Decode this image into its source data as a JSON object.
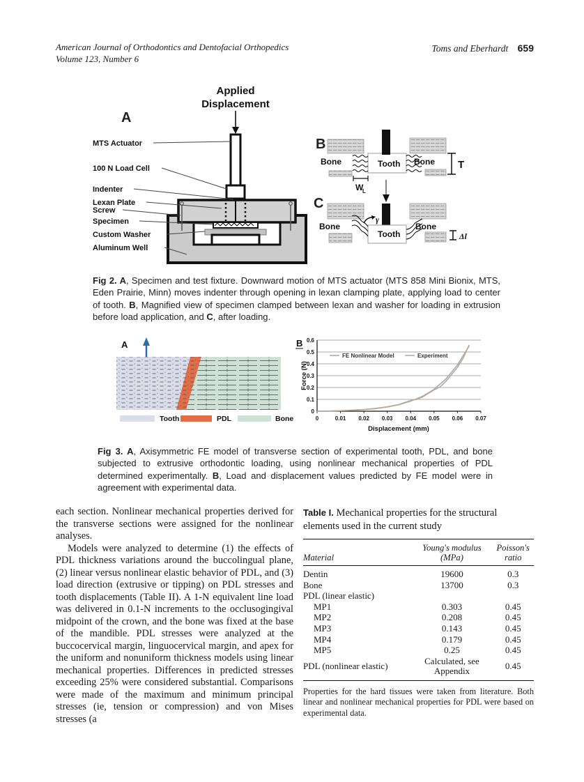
{
  "header": {
    "journal_line1": "American Journal of Orthodontics and Dentofacial Orthopedics",
    "journal_line2": "Volume 123, Number 6",
    "authors": "Toms and Eberhardt",
    "page_number": "659"
  },
  "fig2": {
    "panel_a": {
      "label": "A",
      "applied1": "Applied",
      "applied2": "Displacement",
      "labels": [
        "MTS Actuator",
        "100 N Load Cell",
        "Indenter",
        "Lexan Plate",
        "Screw",
        "Specimen",
        "Custom Washer",
        "Aluminum Well"
      ]
    },
    "panel_b": {
      "label": "B",
      "bone": "Bone",
      "tooth": "Tooth",
      "t_label": "T",
      "w_label": "W",
      "w_sub": "L"
    },
    "panel_c": {
      "label": "C",
      "bone": "Bone",
      "tooth": "Tooth",
      "gamma": "γ",
      "delta_l": "Δl"
    },
    "caption": {
      "fig": "Fig 2. ",
      "a": "A",
      "t1": ", Specimen and test fixture. Downward motion of MTS actuator (MTS 858 Mini Bionix, MTS, Eden Prairie, Minn) moves indenter through opening in lexan clamping plate, applying load to center of tooth. ",
      "b": "B",
      "t2": ", Magnified view of specimen clamped between lexan and washer for loading in extrusion before load application, and ",
      "c": "C",
      "t3": ", after loading."
    }
  },
  "fig3": {
    "panel_a": {
      "label": "A",
      "regions": {
        "tooth": "#dadce8",
        "pdl": "#e06f48",
        "bone": "#cfe0d7"
      },
      "legend": [
        {
          "name": "Tooth",
          "color": "#dadce8"
        },
        {
          "name": "PDL",
          "color": "#e06f48"
        },
        {
          "name": "Bone",
          "color": "#cfe0d7"
        }
      ],
      "arrow_color": "#2f6bb0"
    },
    "panel_b_label": "B",
    "caption": {
      "fig": "Fig 3. ",
      "a": "A",
      "t1": ", Axisymmetric FE model of transverse section of experimental tooth, PDL, and bone subjected to extrusive orthodontic loading, using nonlinear mechanical properties of PDL determined experimentally. ",
      "b": "B",
      "t2": ", Load and displacement values predicted by FE model were in agreement with experimental data."
    }
  },
  "chart_data": {
    "type": "line",
    "title": "",
    "xlabel": "Displacement (mm)",
    "ylabel": "Force (N)",
    "xlim": [
      0,
      0.07
    ],
    "ylim": [
      0,
      0.6
    ],
    "xticks": [
      "0",
      "0.01",
      "0.02",
      "0.03",
      "0.04",
      "0.05",
      "0.06",
      "0.07"
    ],
    "yticks": [
      "0",
      "0.1",
      "0.2",
      "0.3",
      "0.4",
      "0.5",
      "0.6"
    ],
    "grid": "horizontal",
    "legend_position": "top-left-inside",
    "series": [
      {
        "name": "FE Nonlinear Model",
        "color": "#a8a8b0",
        "x": [
          0,
          0.005,
          0.01,
          0.015,
          0.02,
          0.025,
          0.03,
          0.035,
          0.04,
          0.045,
          0.05,
          0.055,
          0.06,
          0.065
        ],
        "y": [
          0,
          0.001,
          0.004,
          0.008,
          0.014,
          0.022,
          0.035,
          0.055,
          0.085,
          0.125,
          0.185,
          0.27,
          0.39,
          0.55
        ]
      },
      {
        "name": "Experiment",
        "color": "#b9ab9c",
        "x": [
          0,
          0.005,
          0.01,
          0.015,
          0.02,
          0.025,
          0.03,
          0.035,
          0.04,
          0.0425,
          0.045,
          0.05,
          0.0525,
          0.055,
          0.06,
          0.0625,
          0.065
        ],
        "y": [
          0,
          0.002,
          0.005,
          0.009,
          0.015,
          0.024,
          0.037,
          0.057,
          0.09,
          0.1,
          0.12,
          0.18,
          0.205,
          0.25,
          0.37,
          0.45,
          0.56
        ]
      }
    ]
  },
  "body": {
    "col1_p1": "each section. Nonlinear mechanical properties derived for the transverse sections were assigned for the nonlinear analyses.",
    "col1_p2": "Models were analyzed to determine (1) the effects of PDL thickness variations around the buccolingual plane, (2) linear versus nonlinear elastic behavior of PDL, and (3) load direction (extrusive or tipping) on PDL stresses and tooth displacements (Table II). A 1-N equivalent line load was delivered in 0.1-N increments to the occlusogingival midpoint of the crown, and the bone was fixed at the base of the mandible. PDL stresses were analyzed at the buccocervical margin, linguocervical margin, and apex for the uniform and nonuniform thickness models using linear mechanical properties. Differences in predicted stresses exceeding 25% were considered substantial. Comparisons were made of the maximum and minimum principal stresses (ie, tension or compression) and von Mises stresses (a"
  },
  "table1": {
    "title_label": "Table I.",
    "title_rest": " Mechanical properties for the structural elements used in the current study",
    "headers": {
      "material": "Material",
      "youngs1": "Young's modulus",
      "youngs2": "(MPa)",
      "poisson1": "Poisson's",
      "poisson2": "ratio"
    },
    "rows": [
      {
        "material": "Dentin",
        "youngs": "19600",
        "poisson": "0.3"
      },
      {
        "material": "Bone",
        "youngs": "13700",
        "poisson": "0.3"
      },
      {
        "material": "PDL (linear elastic)",
        "youngs": "",
        "poisson": ""
      },
      {
        "material": "MP1",
        "youngs": "0.303",
        "poisson": "0.45"
      },
      {
        "material": "MP2",
        "youngs": "0.208",
        "poisson": "0.45"
      },
      {
        "material": "MP3",
        "youngs": "0.143",
        "poisson": "0.45"
      },
      {
        "material": "MP4",
        "youngs": "0.179",
        "poisson": "0.45"
      },
      {
        "material": "MP5",
        "youngs": "0.25",
        "poisson": "0.45"
      },
      {
        "material": "PDL (nonlinear elastic)",
        "youngs": "Calculated, see Appendix",
        "poisson": "0.45"
      }
    ],
    "footnote": "Properties for the hard tissues were taken from literature. Both linear and nonlinear mechanical properties for PDL were based on experimental data."
  }
}
